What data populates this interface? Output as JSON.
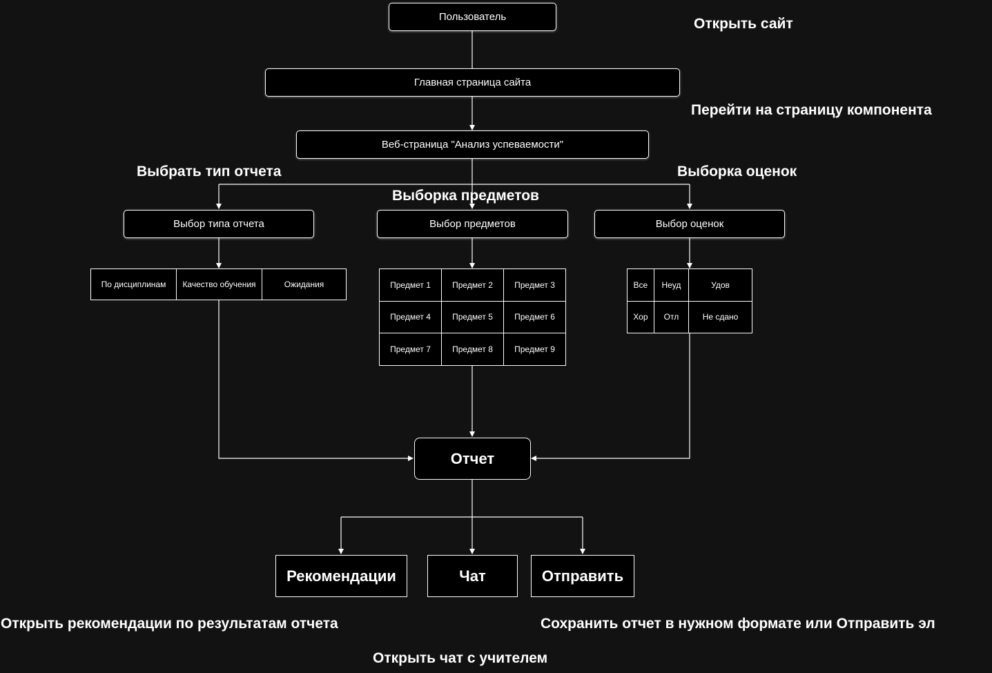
{
  "nodes": {
    "user": "Пользователь",
    "main_page": "Главная страница сайта",
    "web_page": "Веб-страница \"Анализ успеваемости\"",
    "report_type": "Выбор типа отчета",
    "subjects": "Выбор предметов",
    "grades": "Выбор оценок",
    "report": "Отчет",
    "recommendations": "Рекомендации",
    "chat": "Чат",
    "send": "Отправить"
  },
  "report_type_options": [
    "По дисциплинам",
    "Качество обучения",
    "Ожидания"
  ],
  "subject_options": [
    [
      "Предмет 1",
      "Предмет 2",
      "Предмет 3"
    ],
    [
      "Предмет 4",
      "Предмет 5",
      "Предмет 6"
    ],
    [
      "Предмет 7",
      "Предмет 8",
      "Предмет 9"
    ]
  ],
  "grade_options": [
    [
      "Все",
      "Неуд",
      "Удов"
    ],
    [
      "Хор",
      "Отл",
      "Не сдано"
    ]
  ],
  "labels": {
    "open_site": "Открыть сайт",
    "go_component": "Перейти на страницу компонента",
    "choose_report_type": "Выбрать тип отчета",
    "subject_selection": "Выборка предметов",
    "grade_selection": "Выборка оценок",
    "open_recommendations": "Открыть рекомендации по результатам отчета",
    "save_or_send": "Сохранить отчет в нужном формате или Отправить эл",
    "open_chat": "Открыть чат с учителем"
  }
}
